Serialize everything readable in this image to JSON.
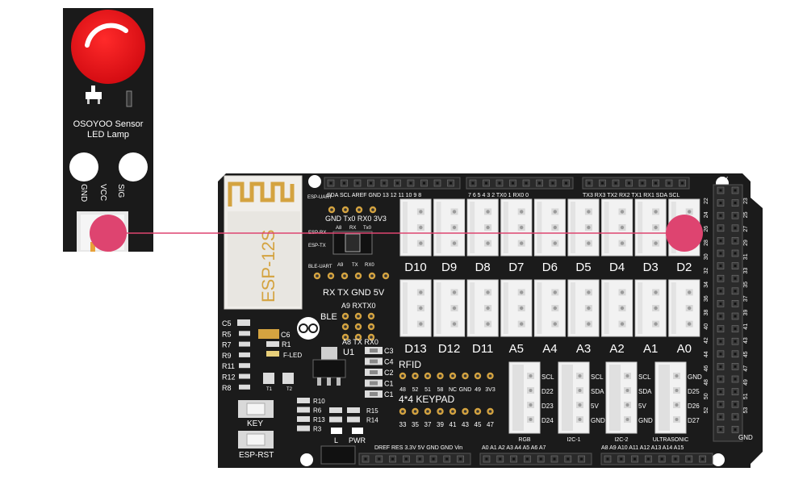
{
  "sensor_module": {
    "title_line1": "OSOYOO Sensor",
    "title_line2": "LED Lamp",
    "pins": [
      "GND",
      "VCC",
      "SIG"
    ],
    "led_color": "#e8141b",
    "board_color": "#1a1a1a"
  },
  "wire": {
    "color": "#de4470",
    "from": "SIG",
    "to": "D2"
  },
  "shield": {
    "board_color": "#1b1b1b",
    "wifi_module": "ESP-12S",
    "esp_labels": {
      "uart": "ESP-UART",
      "rx": "ESP-RX",
      "tx": "ESP-TX",
      "ble_uart": "BLE-UART"
    },
    "uart_header": "GND Tx0 RX0 3V3",
    "small_pins": {
      "a8": "A8",
      "rx": "RX",
      "tx0": "Tx0",
      "a9": "A9",
      "tx": "TX",
      "rx0": "RX0"
    },
    "ble_header": "RX TX GND 5V",
    "ble_label": "BLE",
    "ble_pins_top": "A9 RXTX0",
    "ble_pins_bottom": "A8 TX RX0",
    "top_left_header": "SDA SCL AREF GND 13 12 11 10 9 8",
    "top_mid_header": "7 6 5 4 3 2 TX0 1 RX0 0",
    "top_right_header": "TX3 RX3 TX2 RX2 TX1 RX1 SDA SCL",
    "power_label": "5V",
    "gnd_label": "GND",
    "right_odd_pins": [
      "22",
      "24",
      "26",
      "28",
      "30",
      "32",
      "34",
      "36",
      "38",
      "40",
      "42",
      "44",
      "46",
      "48",
      "50",
      "52"
    ],
    "right_even_pins": [
      "23",
      "25",
      "27",
      "29",
      "31",
      "33",
      "35",
      "37",
      "39",
      "41",
      "43",
      "45",
      "47",
      "49",
      "51",
      "53"
    ],
    "digital_ports": [
      "D10",
      "D9",
      "D8",
      "D7",
      "D6",
      "D5",
      "D4",
      "D3",
      "D2"
    ],
    "analog_ports": [
      "D13",
      "D12",
      "D11",
      "A5",
      "A4",
      "A3",
      "A2",
      "A1",
      "A0"
    ],
    "components_left": [
      "C5",
      "R5",
      "R7",
      "R9",
      "R11",
      "R12",
      "R8"
    ],
    "c6": "C6",
    "r1": "R1",
    "f_led": "F-LED",
    "t1": "T1",
    "t2": "T2",
    "u1": "U1",
    "caps": [
      "C3",
      "C4",
      "C2",
      "C1",
      "C1"
    ],
    "rfid_label": "RFID",
    "rfid_pins": [
      "48",
      "52",
      "51",
      "58",
      "NC",
      "GND",
      "49",
      "3V3"
    ],
    "keypad_label": "4*4 KEYPAD",
    "keypad_pins": [
      "33",
      "35",
      "37",
      "39",
      "41",
      "43",
      "45",
      "47"
    ],
    "resistors_mid": [
      "R10",
      "R6",
      "R13",
      "R3"
    ],
    "resistors_mid2": [
      "R15",
      "R14"
    ],
    "l_label": "L",
    "pwr_label": "PWR",
    "key_label": "KEY",
    "esp_rst_label": "ESP-RST",
    "rgb_port": {
      "name": "RGB",
      "pins": [
        "SCL",
        "D22",
        "D23",
        "D24"
      ]
    },
    "i2c1_port": {
      "name": "I2C-1",
      "pins": [
        "SCL",
        "SDA",
        "5V",
        "GND"
      ]
    },
    "i2c2_port": {
      "name": "I2C-2",
      "pins": [
        "SCL",
        "SDA",
        "5V",
        "GND"
      ]
    },
    "ultrasonic_port": {
      "name": "ULTRASONIC",
      "pins": [
        "GND",
        "D25",
        "D26",
        "D27"
      ]
    },
    "bottom_power_header": "DREF RES 3.3V 5V GND GND Vin",
    "bottom_analog_left": "A0 A1 A2 A3 A4 A5 A6 A7",
    "bottom_analog_right": "A8 A9 A10 A11 A12 A13 A14 A15"
  }
}
